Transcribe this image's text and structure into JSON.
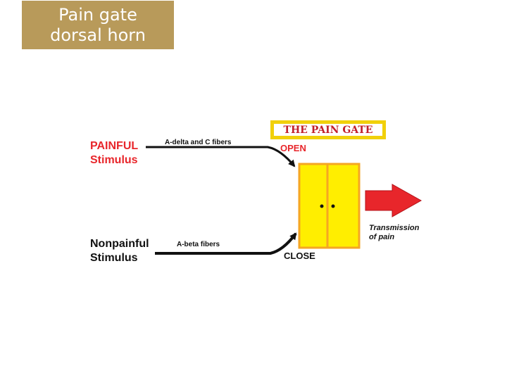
{
  "slide": {
    "title_line1": "Pain gate",
    "title_line2": "dorsal horn"
  },
  "diagram": {
    "gate_title": "THE PAIN GATE",
    "painful_line1": "PAINFUL",
    "painful_line2": "Stimulus",
    "nonpainful_line1": "Nonpainful",
    "nonpainful_line2": "Stimulus",
    "fiber_top": "A-delta and C fibers",
    "fiber_bottom": "A-beta fibers",
    "open_label": "OPEN",
    "close_label": "CLOSE",
    "transmission_line1": "Transmission",
    "transmission_line2": "of pain"
  },
  "colors": {
    "title_bg": "#b89a5a",
    "red": "#e8262b",
    "gate_fill": "#ffee00",
    "gate_border": "#f5a623"
  }
}
